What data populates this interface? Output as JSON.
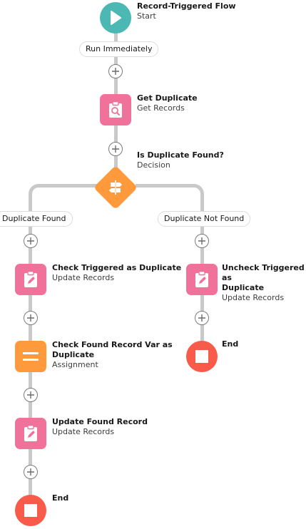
{
  "start": {
    "title": "Record-Triggered Flow",
    "subtitle": "Start"
  },
  "run_label": "Run Immediately",
  "get_records": {
    "title": "Get Duplicate",
    "subtitle": "Get Records"
  },
  "decision": {
    "title": "Is Duplicate Found?",
    "subtitle": "Decision"
  },
  "branches": {
    "left_label": "Duplicate Found",
    "right_label": "Duplicate Not Found"
  },
  "left_path": {
    "check_triggered": {
      "title": "Check Triggered as Duplicate",
      "subtitle": "Update Records"
    },
    "assignment": {
      "title_line1": "Check Found Record Var as",
      "title_line2": "Duplicate",
      "subtitle": "Assignment"
    },
    "update_found": {
      "title": "Update Found Record",
      "subtitle": "Update Records"
    },
    "end": "End"
  },
  "right_path": {
    "uncheck_triggered": {
      "title_line1": "Uncheck Triggered as",
      "title_line2": "Duplicate",
      "subtitle": "Update Records"
    },
    "end": "End"
  },
  "colors": {
    "start": "#4bb8b4",
    "records": "#f0729a",
    "decision": "#ff9a3c",
    "assignment": "#ff9a3c",
    "end": "#f95b4b",
    "connector": "#c9c9c9"
  },
  "icons": {
    "start": "play-icon",
    "get_records": "clipboard-search-icon",
    "decision": "signpost-icon",
    "update_records": "clipboard-edit-icon",
    "assignment": "equals-icon",
    "end": "stop-icon",
    "add": "plus-icon"
  }
}
